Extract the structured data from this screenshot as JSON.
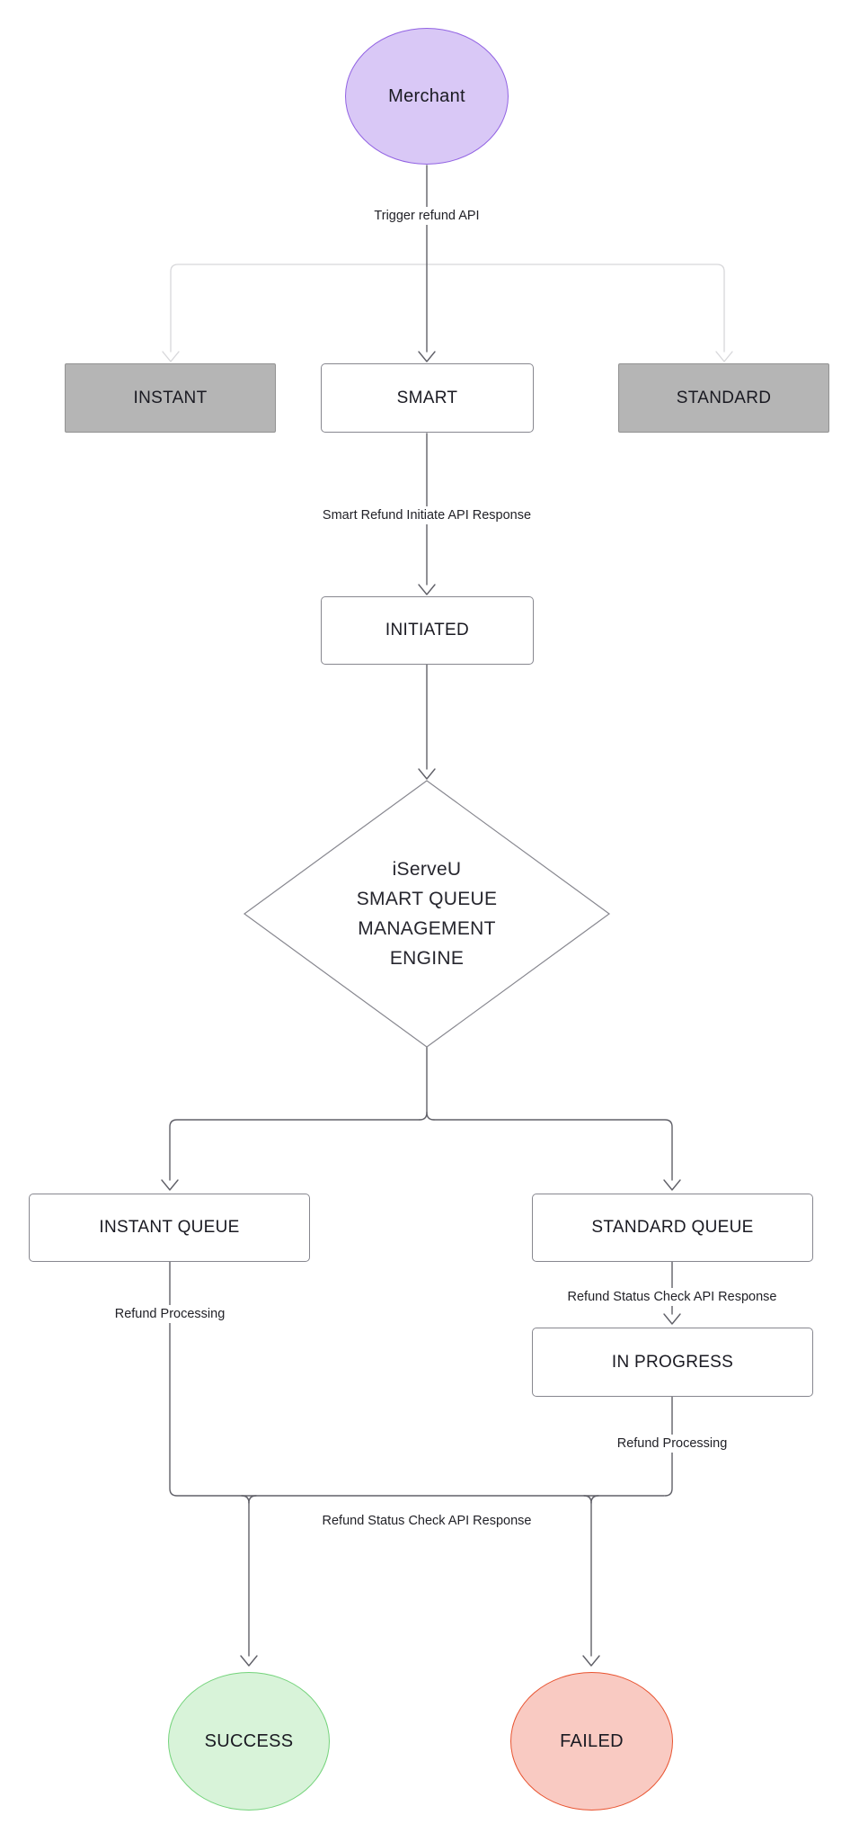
{
  "diagram": {
    "type": "flowchart",
    "direction": "top-down",
    "nodes": {
      "merchant": {
        "label": "Merchant",
        "shape": "ellipse"
      },
      "instant": {
        "label": "INSTANT",
        "shape": "rect-gray"
      },
      "smart": {
        "label": "SMART",
        "shape": "rect"
      },
      "standard": {
        "label": "STANDARD",
        "shape": "rect-gray"
      },
      "initiated": {
        "label": "INITIATED",
        "shape": "rect"
      },
      "engine": {
        "lines": [
          "iServeU",
          "SMART QUEUE",
          "MANAGEMENT",
          "ENGINE"
        ],
        "shape": "diamond"
      },
      "instant_queue": {
        "label": "INSTANT QUEUE",
        "shape": "rect"
      },
      "standard_queue": {
        "label": "STANDARD QUEUE",
        "shape": "rect"
      },
      "in_progress": {
        "label": "IN PROGRESS",
        "shape": "rect"
      },
      "success": {
        "label": "SUCCESS",
        "shape": "ellipse"
      },
      "failed": {
        "label": "FAILED",
        "shape": "ellipse"
      }
    },
    "edge_labels": {
      "trigger_refund_api": "Trigger refund API",
      "smart_refund_initiate_api_response": "Smart Refund Initiate API Response",
      "refund_processing_left": "Refund Processing",
      "refund_status_check_top": "Refund Status Check API Response",
      "refund_processing_right": "Refund Processing",
      "refund_status_check_bottom": "Refund Status Check API Response"
    },
    "edges": [
      {
        "from": "Merchant",
        "to": "INSTANT",
        "label": ""
      },
      {
        "from": "Merchant",
        "to": "SMART",
        "label": "Trigger refund API"
      },
      {
        "from": "Merchant",
        "to": "STANDARD",
        "label": ""
      },
      {
        "from": "SMART",
        "to": "INITIATED",
        "label": "Smart Refund Initiate API Response"
      },
      {
        "from": "INITIATED",
        "to": "iServeU SMART QUEUE MANAGEMENT ENGINE",
        "label": ""
      },
      {
        "from": "iServeU SMART QUEUE MANAGEMENT ENGINE",
        "to": "INSTANT QUEUE",
        "label": ""
      },
      {
        "from": "iServeU SMART QUEUE MANAGEMENT ENGINE",
        "to": "STANDARD QUEUE",
        "label": ""
      },
      {
        "from": "INSTANT QUEUE",
        "to": "SUCCESS",
        "label": "Refund Processing"
      },
      {
        "from": "STANDARD QUEUE",
        "to": "IN PROGRESS",
        "label": "Refund Status Check API Response"
      },
      {
        "from": "IN PROGRESS",
        "to": "FAILED",
        "label": "Refund Processing"
      },
      {
        "from": "INSTANT QUEUE",
        "to": "FAILED",
        "label": "Refund Status Check API Response"
      },
      {
        "from": "IN PROGRESS",
        "to": "SUCCESS",
        "label": "Refund Status Check API Response"
      }
    ],
    "colors": {
      "background": "#ffffff",
      "edge_dark": "#606068",
      "edge_light": "#d7d7da",
      "box_white_fill": "#ffffff",
      "box_white_border": "#87878f",
      "box_gray_fill": "#b5b5b5",
      "box_gray_border": "#929292",
      "merchant_fill": "#d9c8f6",
      "merchant_border": "#9263e3",
      "success_fill": "#d8f3d9",
      "success_border": "#74d37b",
      "failed_fill": "#f9cac2",
      "failed_border": "#e85330",
      "node_text": "#1a1a22",
      "edge_label_text": "#222228"
    }
  }
}
